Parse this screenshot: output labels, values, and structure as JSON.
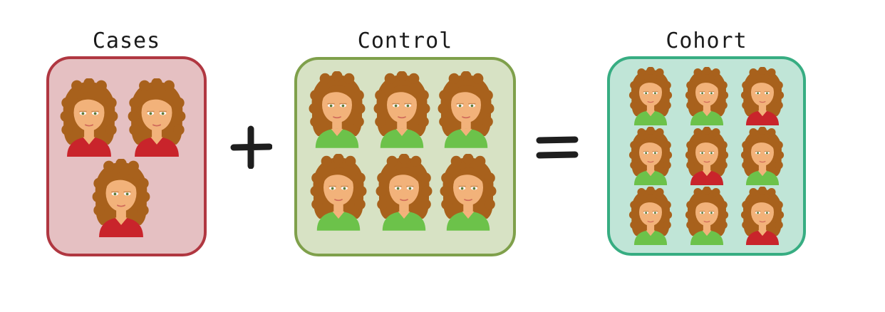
{
  "groups": {
    "cases": {
      "label": "Cases",
      "people": [
        "case",
        "case",
        "case"
      ]
    },
    "control": {
      "label": "Control",
      "people": [
        "control",
        "control",
        "control",
        "control",
        "control",
        "control"
      ]
    },
    "cohort": {
      "label": "Cohort",
      "people": [
        "control",
        "control",
        "case",
        "control",
        "case",
        "control",
        "control",
        "control",
        "case"
      ]
    }
  },
  "operators": {
    "plus": "plus-icon",
    "equals": "equals-icon"
  },
  "colors": {
    "case_shirt": "#c9242b",
    "control_shirt": "#6cc24a",
    "cases_border": "#b03741",
    "cases_fill": "#e5c0c2",
    "control_border": "#7fa04b",
    "control_fill": "#d7e2c4",
    "cohort_border": "#37ad82",
    "cohort_fill": "#c0e5d7",
    "hair": "#a8611c",
    "skin": "#f2b27a"
  }
}
